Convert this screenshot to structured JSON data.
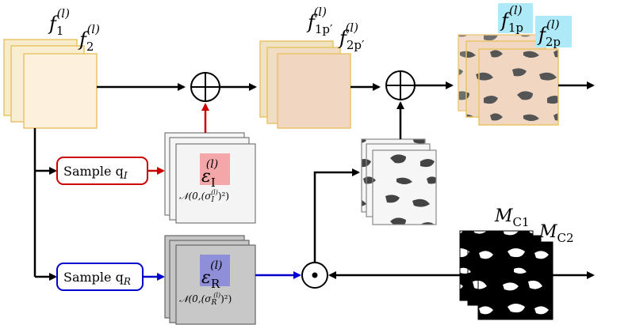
{
  "features": {
    "f1": {
      "base": "f",
      "sub": "1",
      "sup": "(l)"
    },
    "f2": {
      "base": "f",
      "sub": "2",
      "sup": "(l)"
    },
    "f1p_prime": {
      "base": "f",
      "sub": "1p′",
      "sup": "(l)"
    },
    "f2p_prime": {
      "base": "f",
      "sub": "2p′",
      "sup": "(l)"
    },
    "f1p": {
      "base": "f",
      "sub": "1p",
      "sup": "(l)"
    },
    "f2p": {
      "base": "f",
      "sub": "2p",
      "sup": "(l)"
    }
  },
  "sample_i": {
    "label": "Sample q",
    "sub": "I"
  },
  "sample_r": {
    "label": "Sample q",
    "sub": "R"
  },
  "noise_i": {
    "symbol": "ε",
    "sub": "I",
    "sup": "(l)",
    "dist_prefix": "𝒩(0,(σ",
    "dist_sub": "I",
    "dist_sup": "(l)",
    "dist_suffix": ")²)"
  },
  "noise_r": {
    "symbol": "ε",
    "sub": "R",
    "sup": "(l)",
    "dist_prefix": "𝒩(0,(σ",
    "dist_sub": "R",
    "dist_sup": "(l)",
    "dist_suffix": ")²)"
  },
  "masks": {
    "mc1": {
      "base": "M",
      "sub": "C1"
    },
    "mc2": {
      "base": "M",
      "sub": "C2"
    }
  },
  "colors": {
    "feature_light_a": "#f6eccb",
    "feature_light_b": "#fdf0dc",
    "feature_border": "#e8c468",
    "feature_mid_a": "#efe3c4",
    "feature_mid_b": "#f1d7c2",
    "noise_i_highlight": "#f3a7a9",
    "noise_r_highlight": "#8e8ed9",
    "label_highlight": "#aee9f7",
    "red": "#cc0000",
    "blue": "#0000cc"
  }
}
